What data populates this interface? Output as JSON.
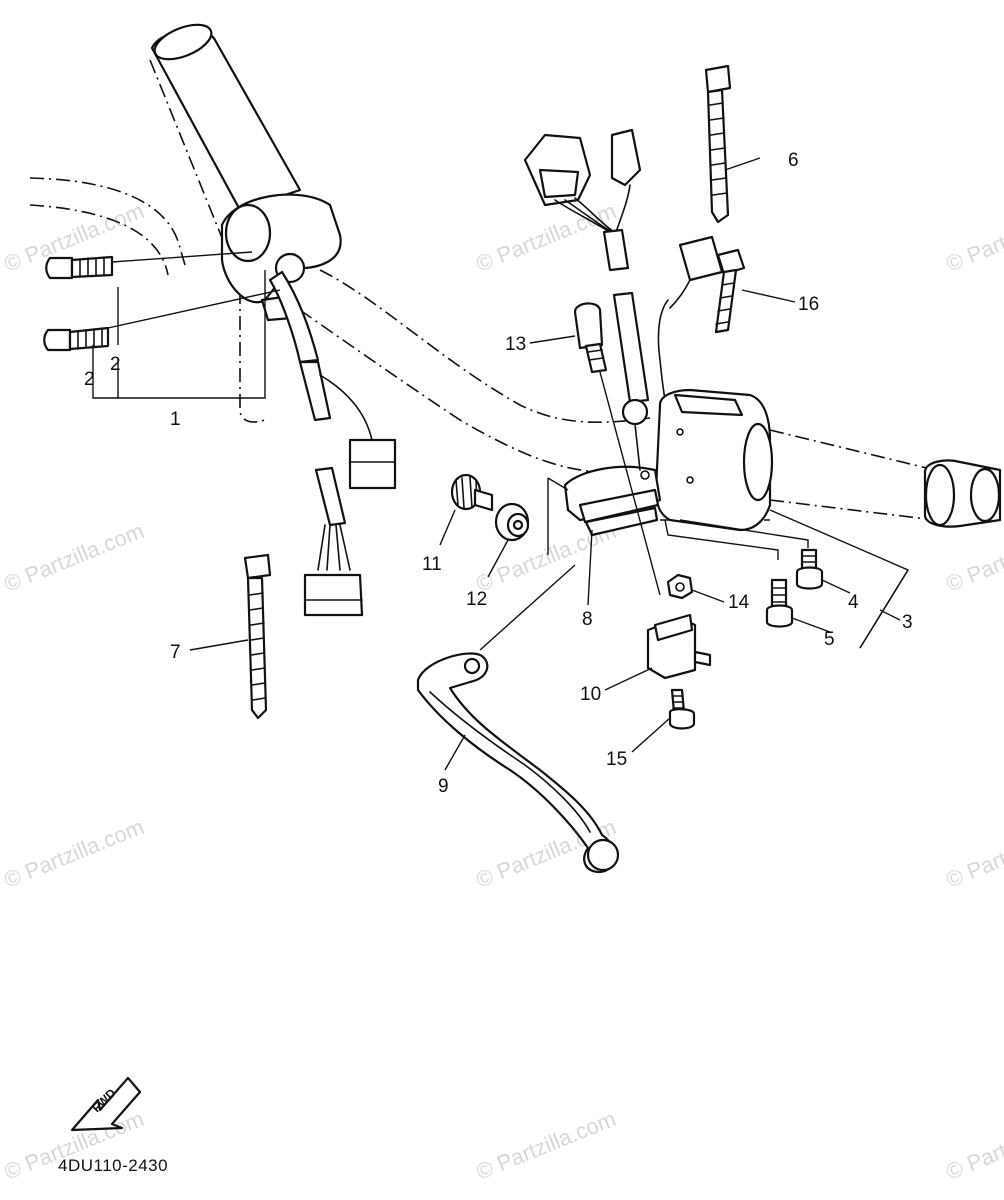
{
  "callouts": [
    {
      "n": "1"
    },
    {
      "n": "2"
    },
    {
      "n": "2"
    },
    {
      "n": "3"
    },
    {
      "n": "4"
    },
    {
      "n": "5"
    },
    {
      "n": "6"
    },
    {
      "n": "7"
    },
    {
      "n": "8"
    },
    {
      "n": "9"
    },
    {
      "n": "10"
    },
    {
      "n": "11"
    },
    {
      "n": "12"
    },
    {
      "n": "13"
    },
    {
      "n": "14"
    },
    {
      "n": "15"
    },
    {
      "n": "16"
    }
  ],
  "fwd_label": "FWD",
  "watermark": "© Partzilla.com",
  "diagram_code": "4DU110-2430"
}
